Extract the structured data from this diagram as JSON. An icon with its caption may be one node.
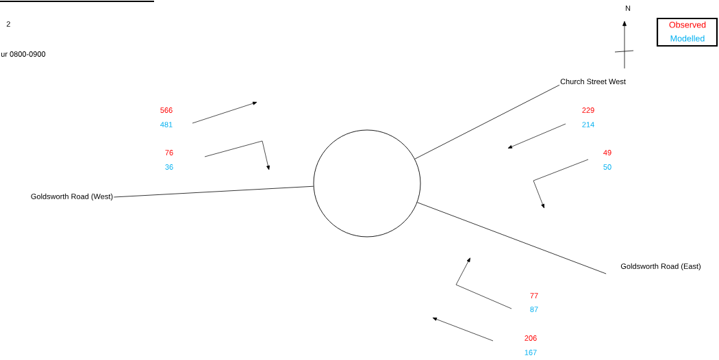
{
  "diagram": {
    "nodes": [
      {
        "text": [],
        "shape": "circle"
      },
      {
        "text": [
          "Goldsworth Road (West)"
        ]
      },
      {
        "text": [
          "Church Street West"
        ]
      },
      {
        "text": [
          "Goldsworth Road (East)"
        ]
      }
    ],
    "edges": [
      {
        "from": 0,
        "to": 1,
        "arrow": "none"
      },
      {
        "from": 0,
        "to": 2,
        "arrow": "none"
      },
      {
        "from": 0,
        "to": 3,
        "arrow": "none"
      }
    ],
    "labels": [
      "2",
      "ur 0800-0900",
      "N",
      "566",
      "481",
      "76",
      "36",
      "229",
      "214",
      "49",
      "50",
      "77",
      "87",
      "206",
      "167"
    ],
    "legend": [
      {
        "text": "Observed",
        "color": "#ff0000"
      },
      {
        "text": "Modelled",
        "color": "#00b0f0"
      }
    ]
  }
}
